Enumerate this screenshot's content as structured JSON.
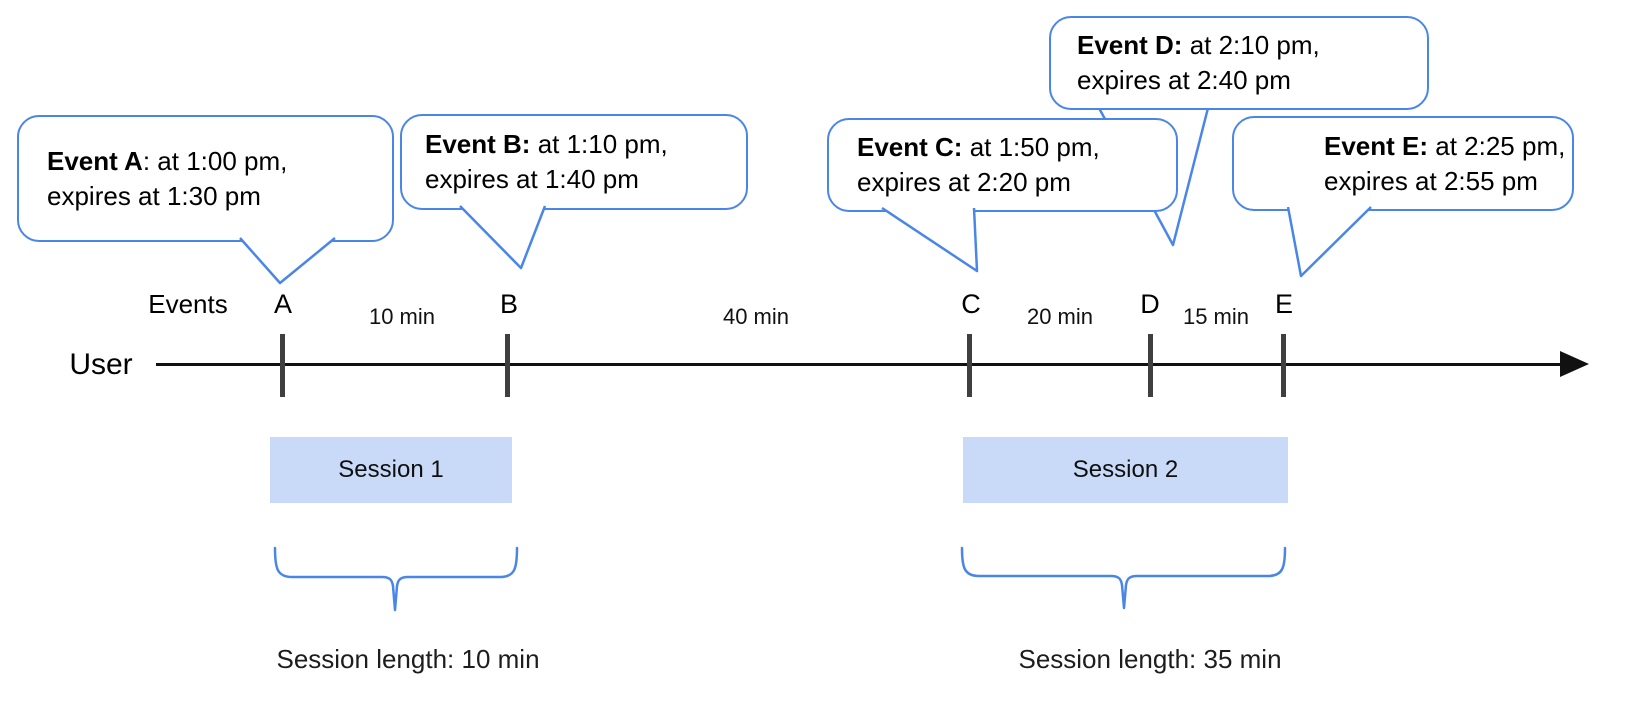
{
  "axis": {
    "events_label": "Events",
    "user_label": "User"
  },
  "timeline": {
    "events": [
      {
        "letter": "A",
        "callout": {
          "bold": "Event A",
          "rest": ": at 1:00 pm,",
          "line2": "expires at 1:30 pm"
        }
      },
      {
        "letter": "B",
        "callout": {
          "bold": "Event B:",
          "rest": " at 1:10 pm,",
          "line2": "expires at 1:40 pm"
        }
      },
      {
        "letter": "C",
        "callout": {
          "bold": "Event C:",
          "rest": " at 1:50 pm,",
          "line2": "expires at 2:20 pm"
        }
      },
      {
        "letter": "D",
        "callout": {
          "bold": "Event D:",
          "rest": " at 2:10 pm,",
          "line2": "expires at 2:40 pm"
        }
      },
      {
        "letter": "E",
        "callout": {
          "bold": "Event E:",
          "rest": " at 2:25 pm,",
          "line2": "expires at 2:55 pm"
        }
      }
    ],
    "intervals": [
      {
        "label": "10 min"
      },
      {
        "label": "40 min"
      },
      {
        "label": "20 min"
      },
      {
        "label": "15 min"
      }
    ]
  },
  "sessions": [
    {
      "label": "Session 1",
      "length": "Session length: 10 min"
    },
    {
      "label": "Session 2",
      "length": "Session length: 35 min"
    }
  ],
  "colors": {
    "accent_blue": "#4a86e8",
    "session_fill": "#c9daf8",
    "axis_black": "#111111",
    "tick_gray": "#3f3f3f"
  }
}
